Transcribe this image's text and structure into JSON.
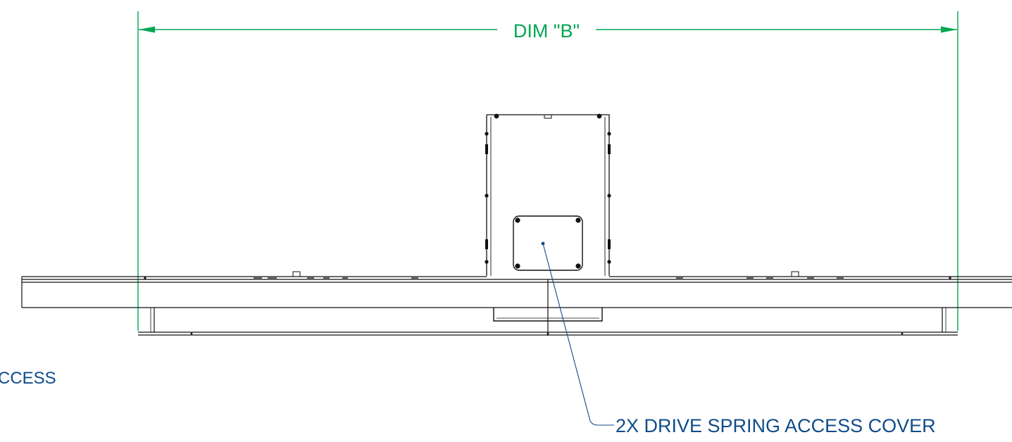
{
  "dimension": {
    "label": "DIM \"B\"",
    "color": "#00a650"
  },
  "callouts": {
    "left": "CCESS",
    "right": "2X DRIVE SPRING ACCESS COVER",
    "color": "#0f4c8a"
  },
  "line_color": "#111111"
}
